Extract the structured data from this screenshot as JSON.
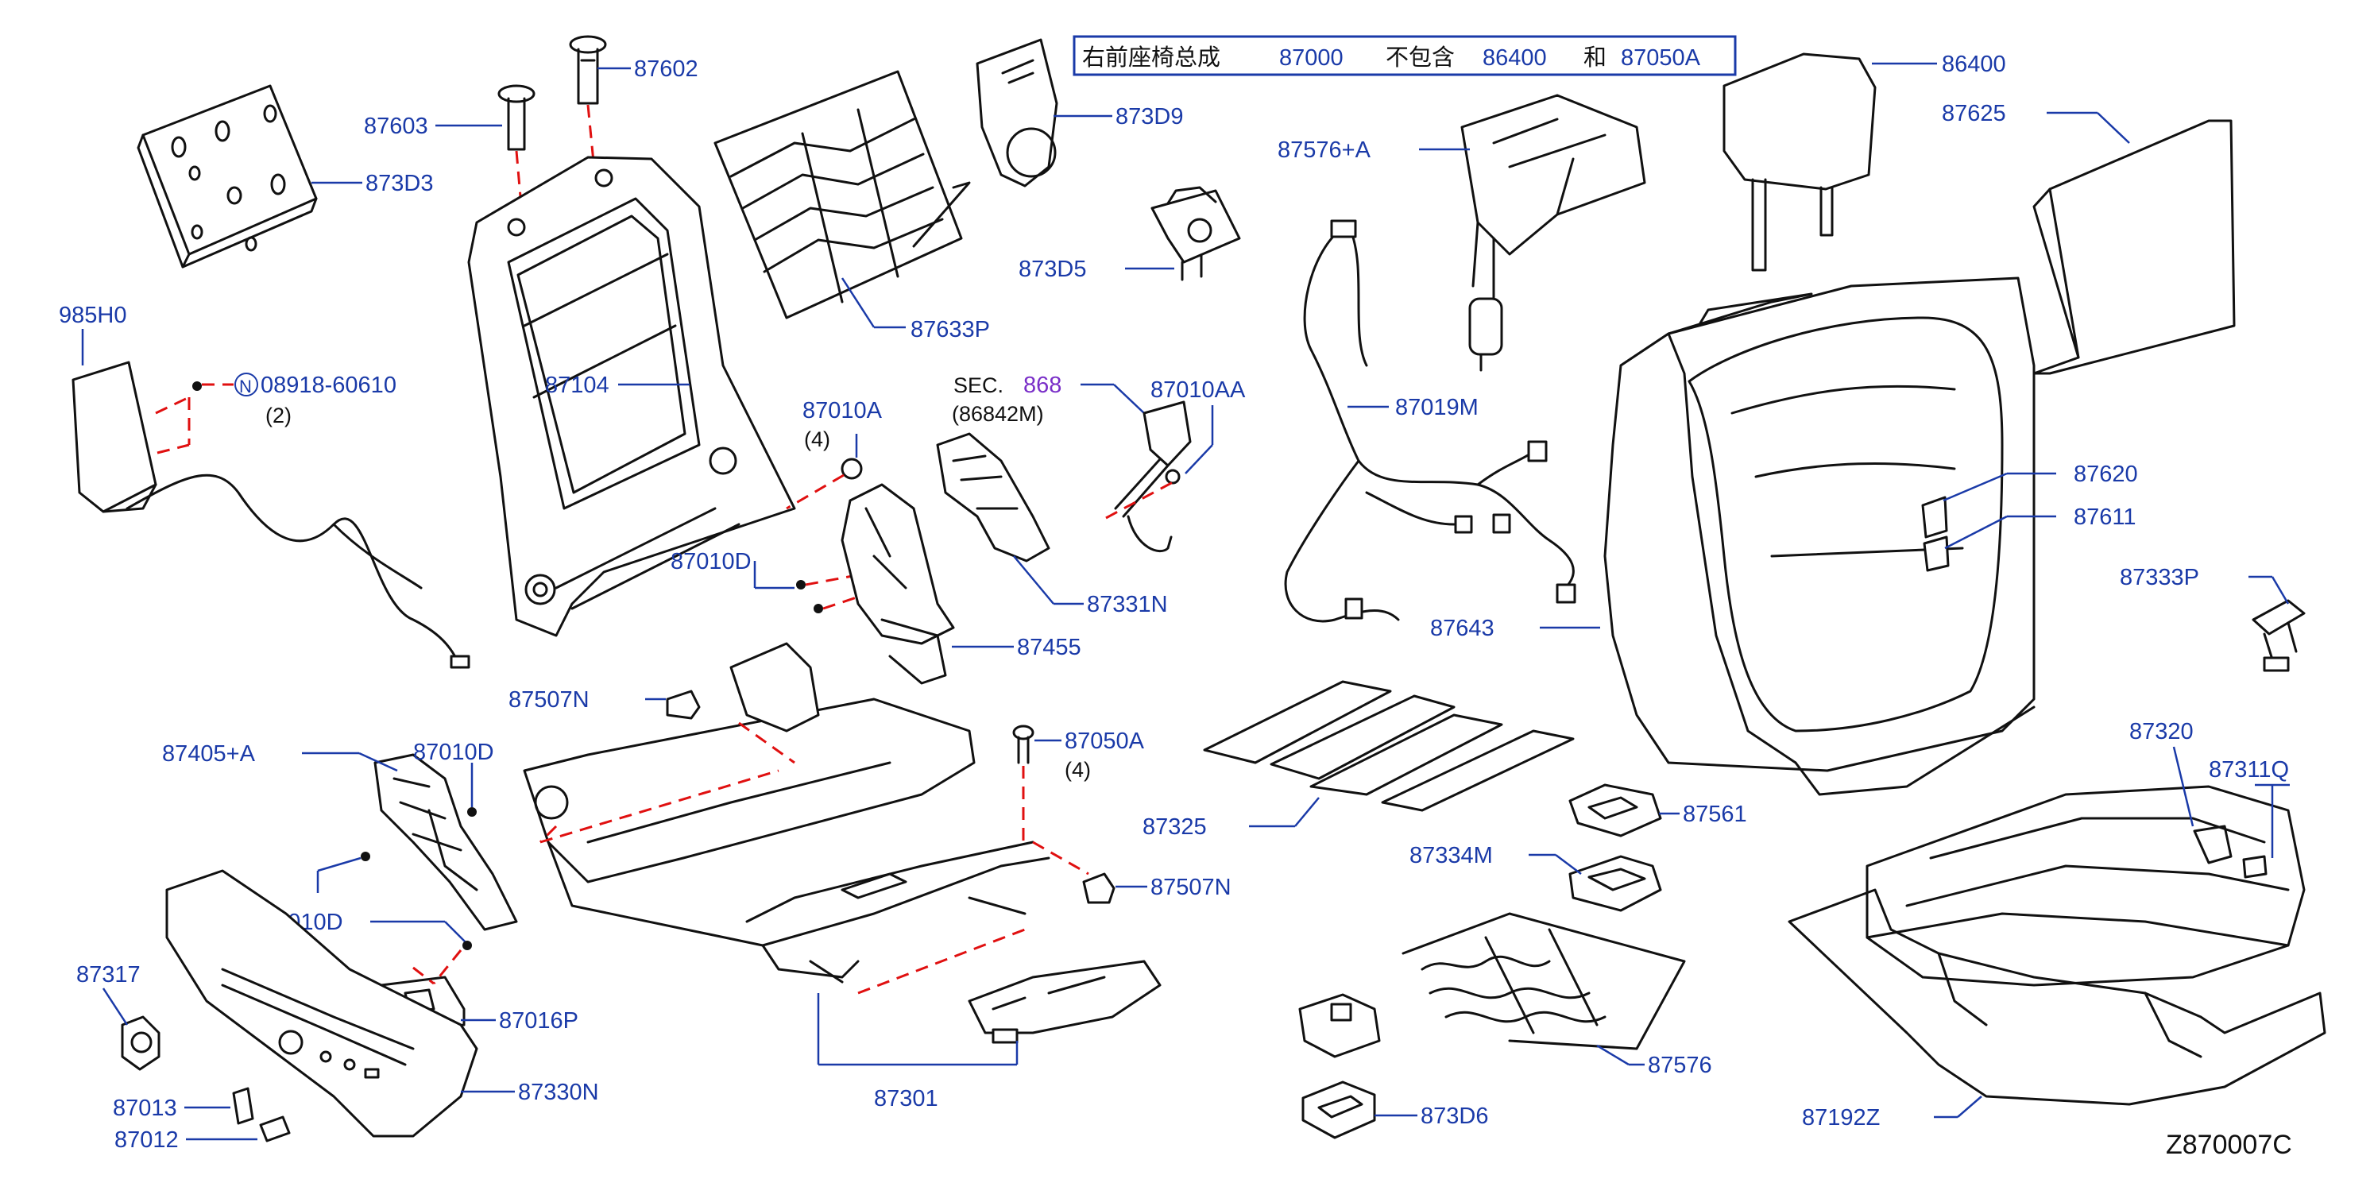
{
  "header": {
    "assembly_text": "右前座椅总成",
    "assembly_code": "87000",
    "excludes_text": "不包含",
    "excluded_part_1": "86400",
    "and_text": "和",
    "excluded_part_2": "87050A"
  },
  "drawing_id": "Z870007C",
  "colors": {
    "label": "#1a3aa8",
    "dashed_line": "#e01010",
    "sec_ref": "#7a2fc8",
    "outline": "#111111"
  },
  "labels": {
    "p87603": "87603",
    "p87602": "87602",
    "p873D3": "873D3",
    "p873D9": "873D9",
    "p985H0": "985H0",
    "p08918": "08918-60610",
    "p08918_qty": "(2)",
    "p08918_badge": "N",
    "p87104": "87104",
    "p87633P": "87633P",
    "p873D5": "873D5",
    "p87576A": "87576+A",
    "p86400": "86400",
    "p87625": "87625",
    "sec_prefix": "SEC.",
    "sec_number": "868",
    "sec_ref": "(86842M)",
    "p87010AA": "87010AA",
    "p87010A": "87010A",
    "p87010A_qty": "(4)",
    "p87019M": "87019M",
    "p87620": "87620",
    "p87611": "87611",
    "p87010D_top": "87010D",
    "p87331N": "87331N",
    "p87333P": "87333P",
    "p87643": "87643",
    "p87455": "87455",
    "p87507N_top": "87507N",
    "p87405A": "87405+A",
    "p87010D_mid": "87010D",
    "p87050A": "87050A",
    "p87050A_qty": "(4)",
    "p87320": "87320",
    "p87311Q": "87311Q",
    "p87325": "87325",
    "p87561": "87561",
    "p87334M": "87334M",
    "p87507N_bottom": "87507N",
    "p87010D_low": "87010D",
    "p87317": "87317",
    "p87016P": "87016P",
    "p87330N": "87330N",
    "p87013": "87013",
    "p87012": "87012",
    "p87301": "87301",
    "p87576": "87576",
    "p873D6": "873D6",
    "p87192Z": "87192Z"
  }
}
